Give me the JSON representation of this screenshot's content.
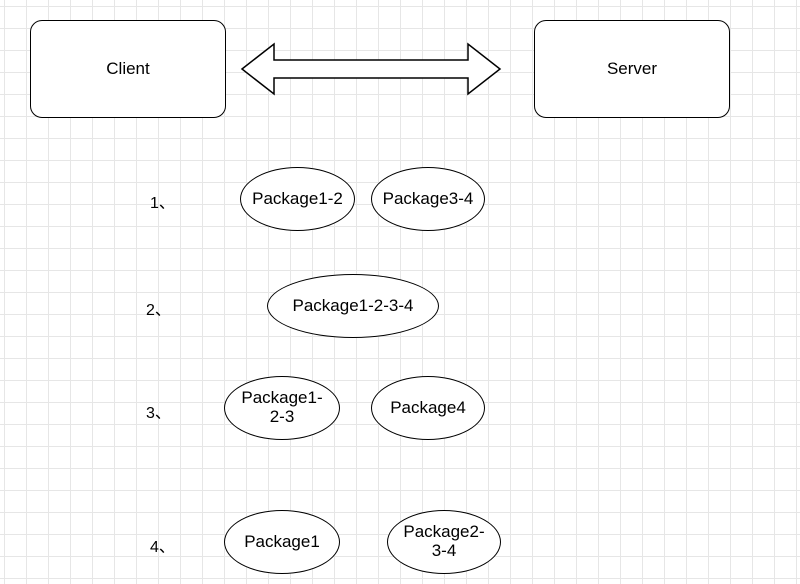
{
  "nodes": {
    "client": "Client",
    "server": "Server"
  },
  "steps": [
    {
      "label": "1、",
      "packages": [
        "Package1-2",
        "Package3-4"
      ]
    },
    {
      "label": "2、",
      "packages": [
        "Package1-2-3-4"
      ]
    },
    {
      "label": "3、",
      "packages": [
        "Package1-2-3",
        "Package4"
      ]
    },
    {
      "label": "4、",
      "packages": [
        "Package1",
        "Package2-3-4"
      ]
    }
  ],
  "colors": {
    "stroke": "#000000",
    "grid": "#e6e6e6",
    "background": "#ffffff"
  }
}
